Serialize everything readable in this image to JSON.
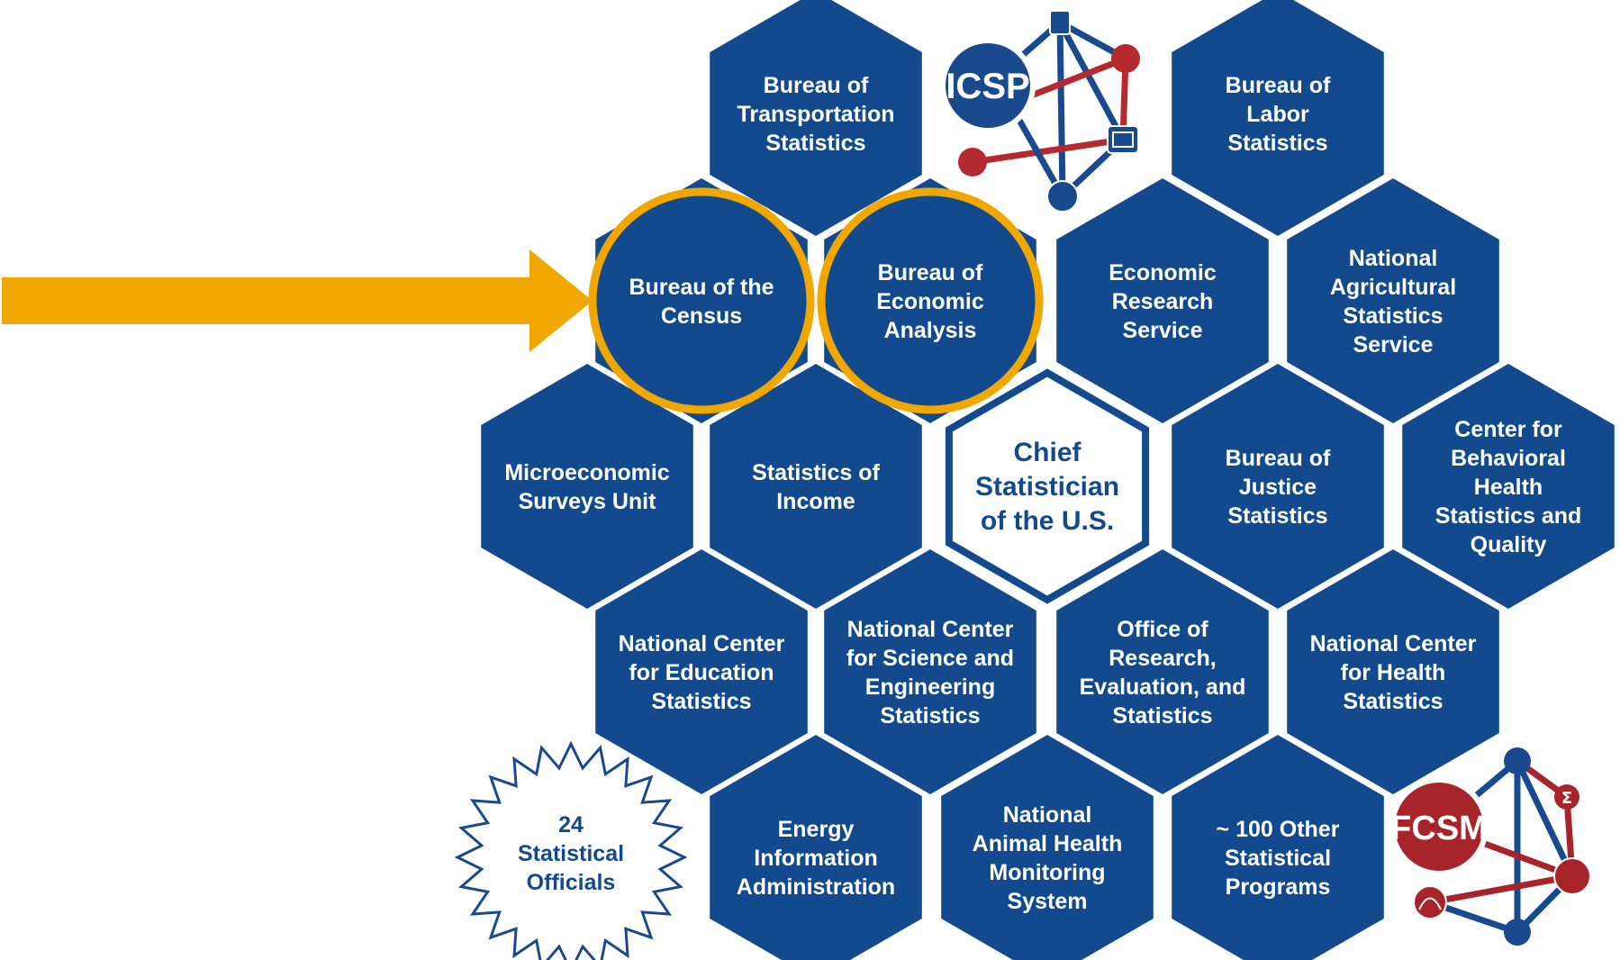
{
  "colors": {
    "hex_fill": "#134a8e",
    "center_fill": "#ffffff",
    "highlight": "#f0a800",
    "icsp_red": "#b52a2e",
    "fcsm_red": "#a8242b",
    "background": "#ffffff"
  },
  "hexagons": [
    {
      "name": "hex-bureau-of-transportation-statistics",
      "lines": [
        "Bureau of",
        "Transportation",
        "Statistics"
      ]
    },
    {
      "name": "hex-bureau-of-labor-statistics",
      "lines": [
        "Bureau of",
        "Labor",
        "Statistics"
      ]
    },
    {
      "name": "hex-bureau-of-the-census",
      "lines": [
        "Bureau of the",
        "Census"
      ],
      "highlighted": true
    },
    {
      "name": "hex-bureau-of-economic-analysis",
      "lines": [
        "Bureau of",
        "Economic",
        "Analysis"
      ],
      "highlighted": true
    },
    {
      "name": "hex-economic-research-service",
      "lines": [
        "Economic",
        "Research",
        "Service"
      ]
    },
    {
      "name": "hex-national-agricultural-statistics-service",
      "lines": [
        "National",
        "Agricultural",
        "Statistics",
        "Service"
      ]
    },
    {
      "name": "hex-microeconomic-surveys-unit",
      "lines": [
        "Microeconomic",
        "Surveys Unit"
      ]
    },
    {
      "name": "hex-statistics-of-income",
      "lines": [
        "Statistics of",
        "Income"
      ]
    },
    {
      "name": "hex-chief-statistician",
      "lines": [
        "Chief",
        "Statistician",
        "of the U.S."
      ],
      "center": true
    },
    {
      "name": "hex-bureau-of-justice-statistics",
      "lines": [
        "Bureau of",
        "Justice",
        "Statistics"
      ]
    },
    {
      "name": "hex-center-for-behavioral-health-statistics-and-quality",
      "lines": [
        "Center for",
        "Behavioral",
        "Health",
        "Statistics and",
        "Quality"
      ]
    },
    {
      "name": "hex-national-center-for-education-statistics",
      "lines": [
        "National Center",
        "for Education",
        "Statistics"
      ]
    },
    {
      "name": "hex-national-center-for-science-and-engineering-statistics",
      "lines": [
        "National Center",
        "for Science and",
        "Engineering",
        "Statistics"
      ]
    },
    {
      "name": "hex-office-of-research-evaluation-and-statistics",
      "lines": [
        "Office of",
        "Research,",
        "Evaluation, and",
        "Statistics"
      ]
    },
    {
      "name": "hex-national-center-for-health-statistics",
      "lines": [
        "National Center",
        "for Health",
        "Statistics"
      ]
    },
    {
      "name": "hex-energy-information-administration",
      "lines": [
        "Energy",
        "Information",
        "Administration"
      ]
    },
    {
      "name": "hex-national-animal-health-monitoring-system",
      "lines": [
        "National",
        "Animal Health",
        "Monitoring",
        "System"
      ]
    },
    {
      "name": "hex-other-statistical-programs",
      "lines": [
        "~ 100 Other",
        "Statistical",
        "Programs"
      ]
    }
  ],
  "burst": {
    "lines": [
      "24",
      "Statistical",
      "Officials"
    ]
  },
  "logos": {
    "icsp": {
      "text": "ICSP"
    },
    "fcsm": {
      "text": "FCSM"
    }
  }
}
